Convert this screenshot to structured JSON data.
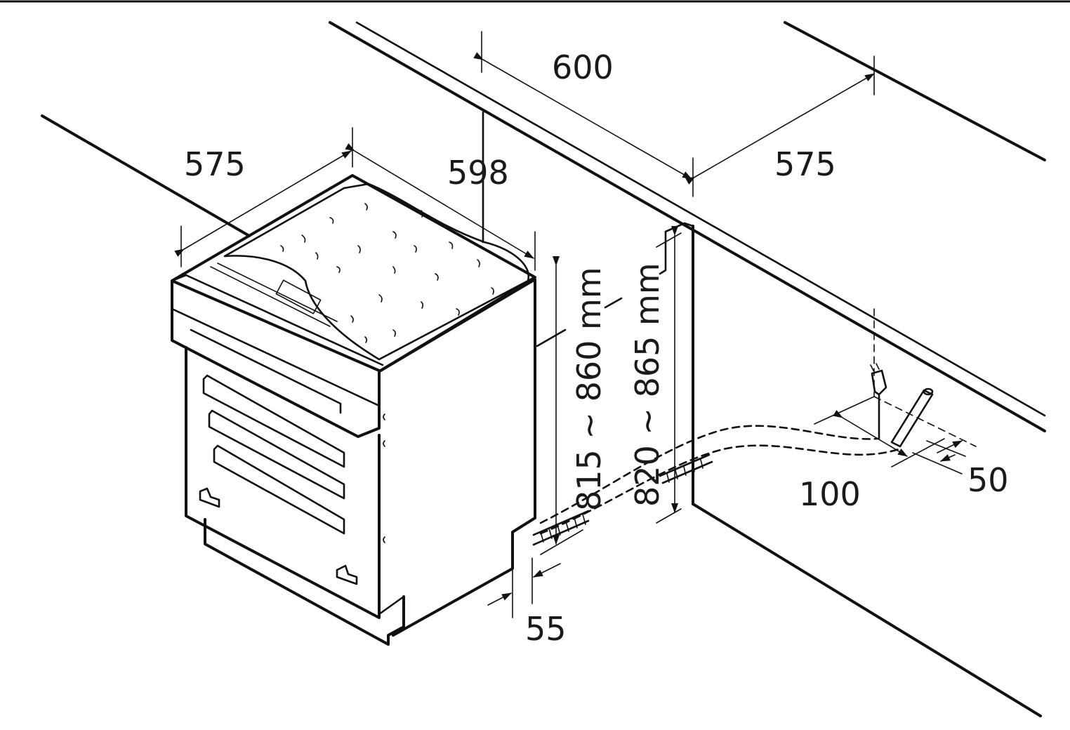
{
  "dimensions": {
    "cabinet_width": "600",
    "cabinet_depth": "575",
    "appliance_depth": "575",
    "appliance_width": "598",
    "appliance_height": "815 ~ 860 mm",
    "niche_height": "820 ~ 865 mm",
    "plinth_offset": "55",
    "connection_spacing": "100",
    "connection_height": "50"
  },
  "colors": {
    "line": "#111111",
    "lid_fill": "#e4e4e4",
    "background": "#ffffff"
  }
}
